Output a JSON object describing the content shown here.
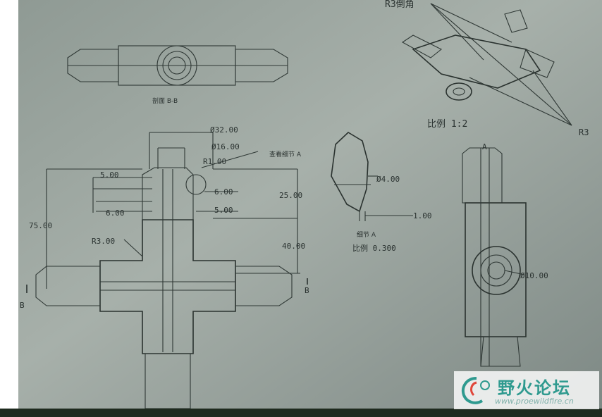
{
  "drawing": {
    "section_label": "剖面 B-B",
    "scale_label": "比例 1:2",
    "r3_label": "R3倒角",
    "r_edge_label": "R3",
    "detail_label": "细节 A",
    "detail_scale": "比例 0.300",
    "detail_callout": "查看细节 A",
    "dims": {
      "d32": "Ø32.00",
      "d16": "Ø16.00",
      "r1": "R1.00",
      "five_a": "5.00",
      "six_a": "6.00",
      "six_b": "6.00",
      "five_b": "5.00",
      "twentyfive": "25.00",
      "seventyfive": "75.00",
      "forty": "40.00",
      "r3": "R3.00",
      "d4": "Ø4.00",
      "one": "1.00",
      "d10": "Ø10.00"
    },
    "markers": {
      "b_left": "B",
      "b_right": "B",
      "a_top": "A"
    }
  },
  "watermark": {
    "title": "野火论坛",
    "url": "www.proewildfire.cn",
    "accent": "#2f9a8f"
  }
}
